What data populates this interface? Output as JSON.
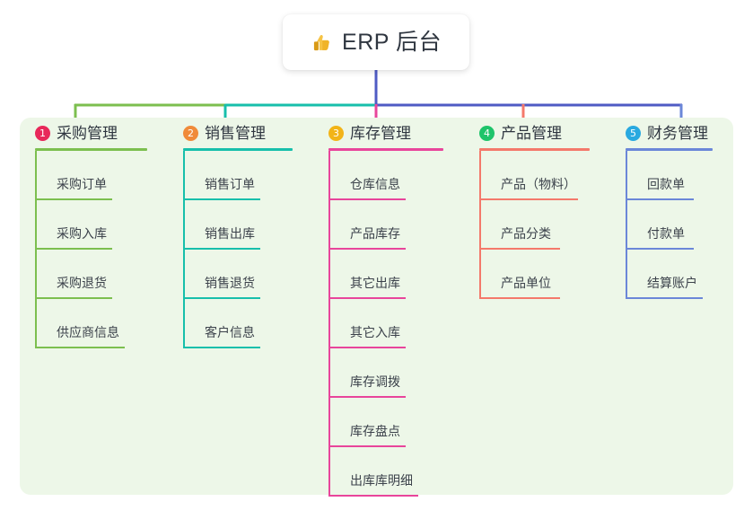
{
  "root": {
    "icon": "thumbs-up-icon",
    "title": "ERP 后台"
  },
  "colors": {
    "panel_background": "#edf7e8",
    "page_background": "#ffffff",
    "text": "#2f3640",
    "leaf_text": "#3c424b",
    "stem": "#4f5bc4",
    "trunk_left": "#7cbf4f",
    "trunk_mid": "#17bfab",
    "trunk_right": "#4f5bc4"
  },
  "columns": [
    {
      "number": "1",
      "title": "采购管理",
      "badge_color": "#e8285a",
      "line_color": "#7cbf4f",
      "stem_color": "#7cbf4f",
      "width": 165,
      "items": [
        {
          "label": "采购订单",
          "rule_width": 84
        },
        {
          "label": "采购入库",
          "rule_width": 84
        },
        {
          "label": "采购退货",
          "rule_width": 84
        },
        {
          "label": "供应商信息",
          "rule_width": 98
        }
      ]
    },
    {
      "number": "2",
      "title": "销售管理",
      "badge_color": "#f08b3a",
      "line_color": "#17bfab",
      "stem_color": "#17bfab",
      "width": 162,
      "items": [
        {
          "label": "销售订单",
          "rule_width": 84
        },
        {
          "label": "销售出库",
          "rule_width": 84
        },
        {
          "label": "销售退货",
          "rule_width": 84
        },
        {
          "label": "客户信息",
          "rule_width": 84
        }
      ]
    },
    {
      "number": "3",
      "title": "库存管理",
      "badge_color": "#f2b418",
      "line_color": "#e8459b",
      "stem_color": "#e8459b",
      "width": 168,
      "items": [
        {
          "label": "仓库信息",
          "rule_width": 84
        },
        {
          "label": "产品库存",
          "rule_width": 84
        },
        {
          "label": "其它出库",
          "rule_width": 84
        },
        {
          "label": "其它入库",
          "rule_width": 84
        },
        {
          "label": "库存调拨",
          "rule_width": 84
        },
        {
          "label": "库存盘点",
          "rule_width": 84
        },
        {
          "label": "出库库明细",
          "rule_width": 98
        }
      ]
    },
    {
      "number": "4",
      "title": "产品管理",
      "badge_color": "#1ec46a",
      "line_color": "#f4796b",
      "stem_color": "#f4796b",
      "width": 163,
      "items": [
        {
          "label": "产品（物料）",
          "rule_width": 108
        },
        {
          "label": "产品分类",
          "rule_width": 88
        },
        {
          "label": "产品单位",
          "rule_width": 88
        }
      ]
    },
    {
      "number": "5",
      "title": "财务管理",
      "badge_color": "#29a9e0",
      "line_color": "#6b87d8",
      "stem_color": "#6b87d8",
      "width": 137,
      "items": [
        {
          "label": "回款单",
          "rule_width": 74
        },
        {
          "label": "付款单",
          "rule_width": 74
        },
        {
          "label": "结算账户",
          "rule_width": 84
        }
      ]
    }
  ]
}
